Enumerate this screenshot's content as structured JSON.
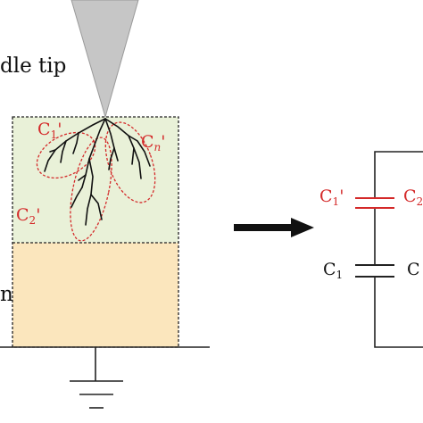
{
  "labels": {
    "needle_tip": "dle tip",
    "left_edge_char": "n",
    "c1_prime": "C",
    "c1_prime_sub": "1",
    "c1_prime_mark": "'",
    "cn_prime": "C",
    "cn_prime_sub": "n",
    "cn_prime_mark": "'",
    "c2_prime": "C",
    "c2_prime_sub": "2",
    "c2_prime_mark": "'",
    "circuit_c1_prime": "C",
    "circuit_c1_prime_sub": "1",
    "circuit_c1_prime_mark": "'",
    "circuit_c2_partial": "C",
    "circuit_c2_partial_sub": "2",
    "circuit_c1": "C",
    "circuit_c1_sub": "1",
    "circuit_c_partial": "C"
  },
  "colors": {
    "red": "#d42a2a",
    "green_fill": "#e9f1d8",
    "tan_fill": "#fbe6bd",
    "needle": "#c4c4c4",
    "ink": "#111111"
  }
}
